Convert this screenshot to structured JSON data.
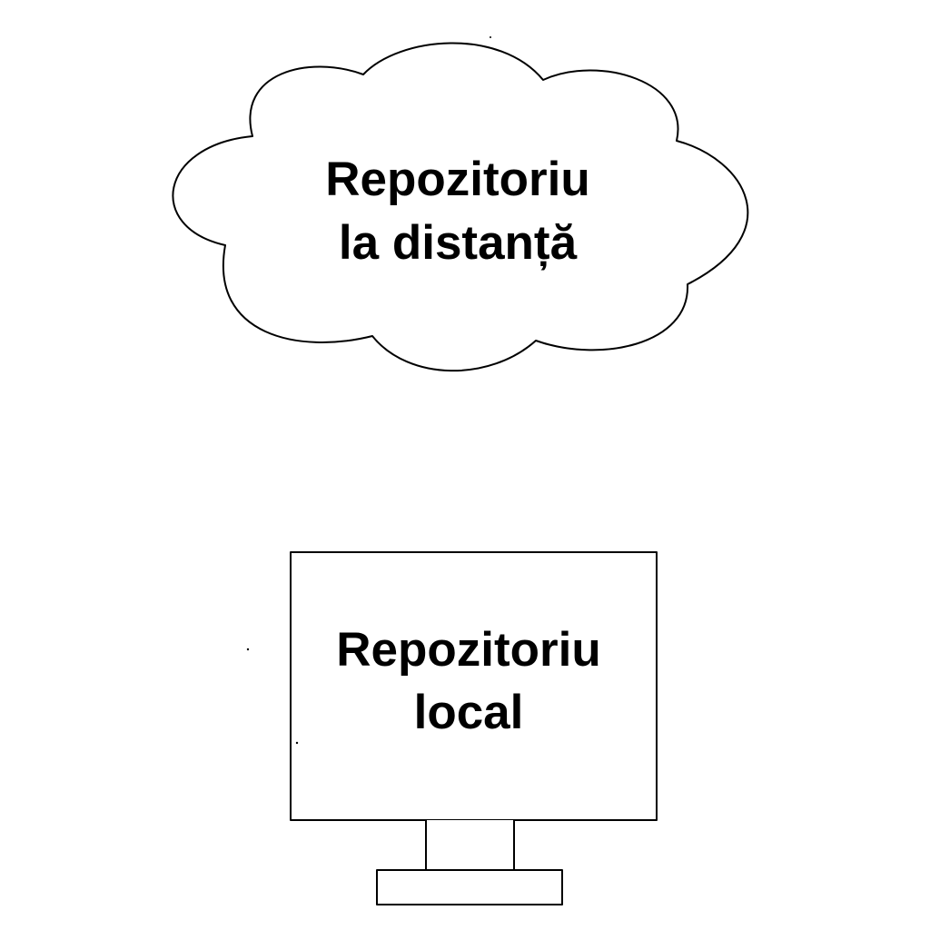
{
  "remote": {
    "line1": "Repozitoriu",
    "line2": "la distanță"
  },
  "local": {
    "line1": "Repozitoriu",
    "line2": "local"
  },
  "colors": {
    "stroke": "#000000",
    "fill": "#ffffff",
    "text": "#000000"
  }
}
